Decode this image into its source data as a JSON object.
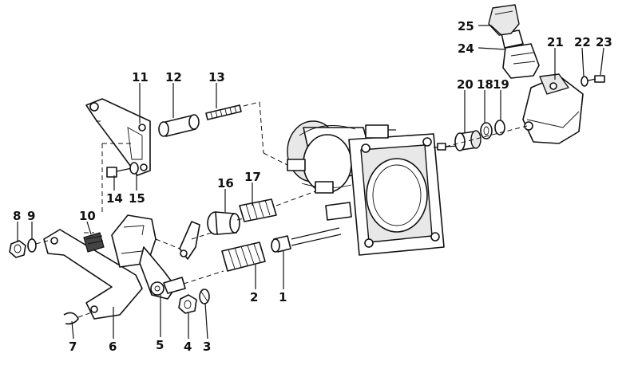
{
  "callouts": [
    {
      "id": "p1",
      "label": "1"
    },
    {
      "id": "p2",
      "label": "2"
    },
    {
      "id": "p3",
      "label": "3"
    },
    {
      "id": "p4",
      "label": "4"
    },
    {
      "id": "p5",
      "label": "5"
    },
    {
      "id": "p6",
      "label": "6"
    },
    {
      "id": "p7",
      "label": "7"
    },
    {
      "id": "p8",
      "label": "8"
    },
    {
      "id": "p9",
      "label": "9"
    },
    {
      "id": "p10",
      "label": "10"
    },
    {
      "id": "p11",
      "label": "11"
    },
    {
      "id": "p12",
      "label": "12"
    },
    {
      "id": "p13",
      "label": "13"
    },
    {
      "id": "p14",
      "label": "14"
    },
    {
      "id": "p15",
      "label": "15"
    },
    {
      "id": "p16",
      "label": "16"
    },
    {
      "id": "p17",
      "label": "17"
    },
    {
      "id": "p18",
      "label": "18"
    },
    {
      "id": "p19",
      "label": "19"
    },
    {
      "id": "p20",
      "label": "20"
    },
    {
      "id": "p21",
      "label": "21"
    },
    {
      "id": "p22",
      "label": "22"
    },
    {
      "id": "p23",
      "label": "23"
    },
    {
      "id": "p24",
      "label": "24"
    },
    {
      "id": "p25",
      "label": "25"
    }
  ]
}
